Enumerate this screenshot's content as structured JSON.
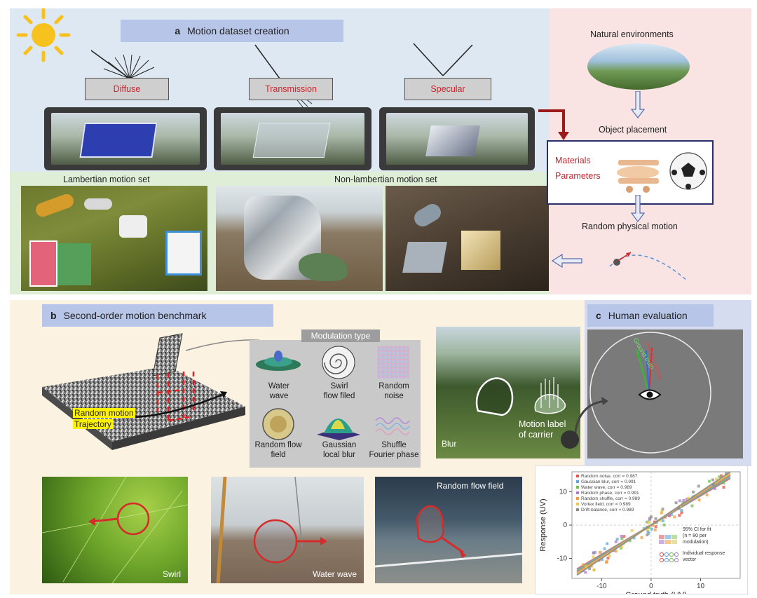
{
  "panel_a": {
    "letter": "a",
    "title": "Motion dataset creation",
    "reflection_labels": [
      "Diffuse",
      "Transmission",
      "Specular"
    ],
    "lambertian_label": "Lambertian motion set",
    "non_lambertian_label": "Non-lambertian motion set",
    "pipeline": {
      "natural_env": "Natural environments",
      "object_placement": "Object placement",
      "materials": "Materials",
      "parameters": "Parameters",
      "random_motion": "Random physical motion"
    }
  },
  "panel_b": {
    "letter": "b",
    "title": "Second-order motion benchmark",
    "trajectory_label_1": "Random motion",
    "trajectory_label_2": "Trajectory",
    "modulation_title": "Modulation type",
    "modulations": [
      {
        "line1": "Water",
        "line2": "wave"
      },
      {
        "line1": "Swirl",
        "line2": "flow filed"
      },
      {
        "line1": "Random",
        "line2": "noise"
      },
      {
        "line1": "Random flow",
        "line2": "field"
      },
      {
        "line1": "Gaussian",
        "line2": "local blur"
      },
      {
        "line1": "Shuffle",
        "line2": "Fourier phase"
      }
    ],
    "blur_label": "Blur",
    "motion_label_1": "Motion label",
    "motion_label_2": "of carrier",
    "example_labels": [
      "Swirl",
      "Water wave",
      "Random flow field"
    ]
  },
  "panel_c": {
    "letter": "c",
    "title": "Human evaluation",
    "ground_truth": "Ground truth",
    "your_response": "Your response"
  },
  "chart_data": {
    "type": "scatter",
    "xlabel": "Ground truth (UV)",
    "ylabel": "Response (UV)",
    "xlim": [
      -16,
      18
    ],
    "ylim": [
      -16,
      16
    ],
    "xticks": [
      "-10",
      "0",
      "10"
    ],
    "yticks": [
      "10",
      "0",
      "-10"
    ],
    "series": [
      {
        "name": "Random noise, corr = 0.987",
        "color": "#e8504a",
        "slope": 0.88
      },
      {
        "name": "Gaussian blur, corr = 0.991",
        "color": "#5fa7d9",
        "slope": 0.9
      },
      {
        "name": "Water wave, corr = 0.989",
        "color": "#6fbf4a",
        "slope": 0.92
      },
      {
        "name": "Random phase, corr = 0.991",
        "color": "#b07ad0",
        "slope": 0.94
      },
      {
        "name": "Random shuffle, corr = 0.989",
        "color": "#f09a3a",
        "slope": 0.96
      },
      {
        "name": "Vortex field, corr = 0.989",
        "color": "#e8c840",
        "slope": 0.98
      },
      {
        "name": "Drift-balance, corr = 0.989",
        "color": "#8a8a8a",
        "slope": 1.0
      }
    ],
    "ci_label_1": "95% CI for fit",
    "ci_label_2": "(n = 80 per",
    "ci_label_3": "modulation)",
    "ind_label_1": "Individual response",
    "ind_label_2": "vector"
  }
}
